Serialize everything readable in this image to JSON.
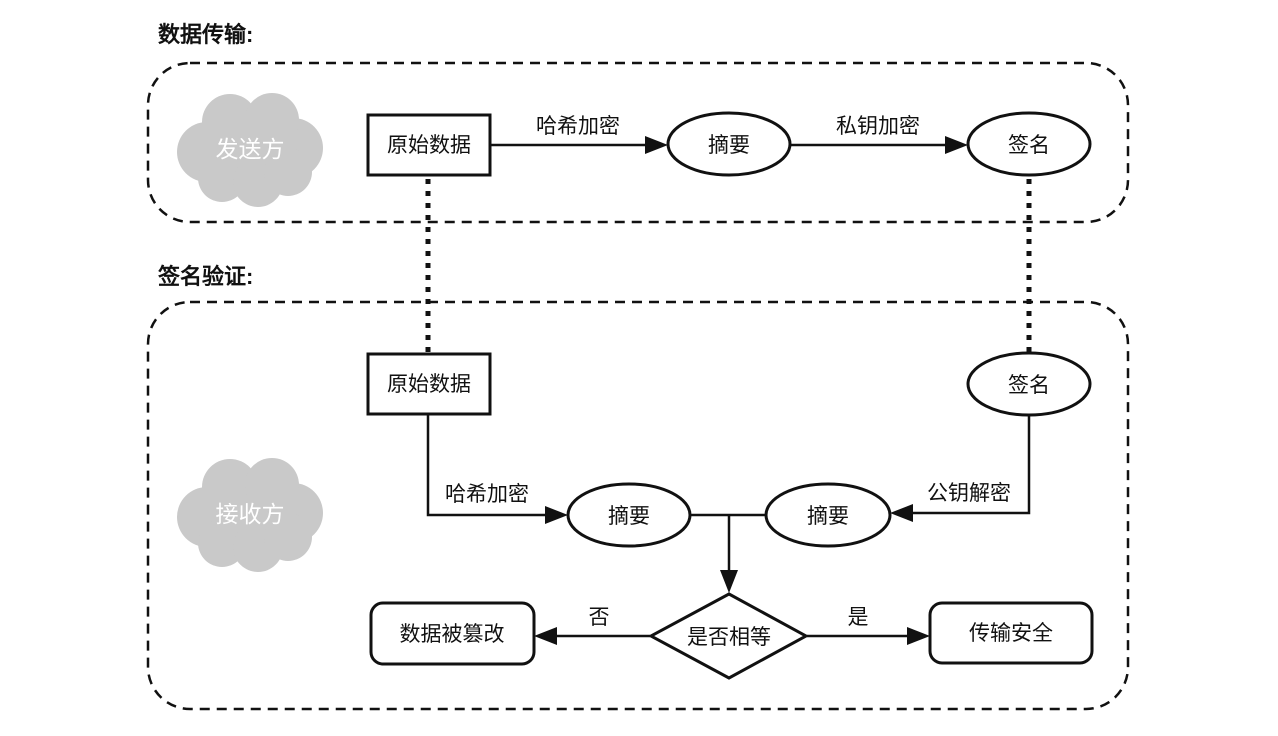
{
  "colors": {
    "stroke": "#111111",
    "cloud_fill": "#c9c9c9",
    "cloud_text": "#ffffff",
    "node_fill": "#ffffff",
    "background": "#ffffff"
  },
  "transmission": {
    "title": "数据传输:",
    "cloud": "发送方",
    "original_data": "原始数据",
    "digest": "摘要",
    "signature": "签名",
    "hash_label": "哈希加密",
    "private_key_label": "私钥加密"
  },
  "verification": {
    "title": "签名验证:",
    "cloud": "接收方",
    "original_data": "原始数据",
    "signature": "签名",
    "digest_from_data": "摘要",
    "digest_from_signature": "摘要",
    "hash_label": "哈希加密",
    "public_key_label": "公钥解密",
    "decision": "是否相等",
    "no_label": "否",
    "yes_label": "是",
    "tampered": "数据被篡改",
    "safe": "传输安全"
  }
}
